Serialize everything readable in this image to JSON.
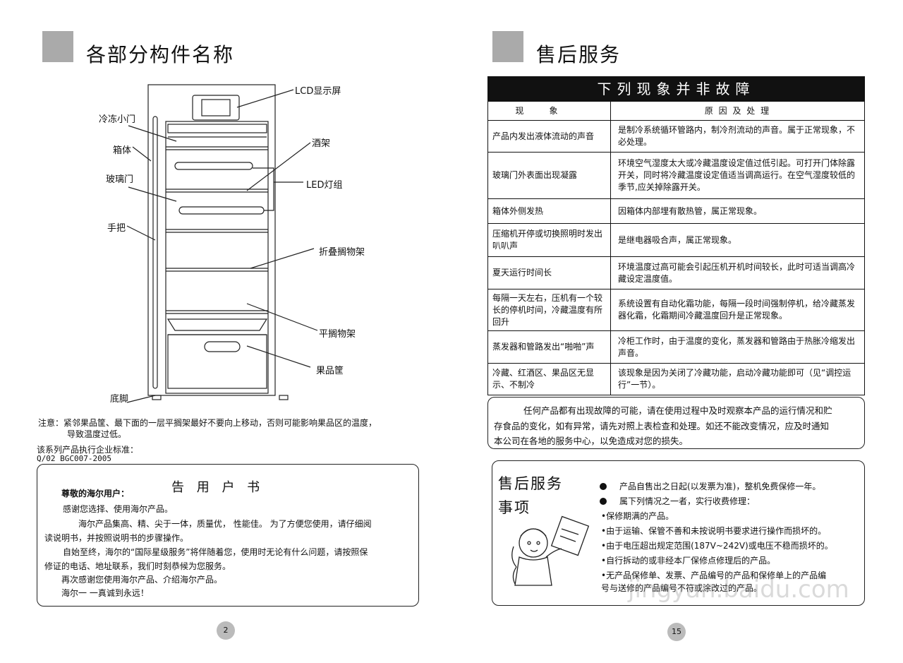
{
  "left_page": {
    "title": "各部分构件名称",
    "labels": {
      "lcd": "LCD显示屏",
      "freezer_door": "冷冻小门",
      "cabinet": "箱体",
      "wine_rack": "酒架",
      "glass_door": "玻璃门",
      "led": "LED灯组",
      "handle": "手把",
      "folding_shelf": "折叠搁物架",
      "flat_shelf": "平搁物架",
      "fruit_basket": "果品筐",
      "foot": "底脚"
    },
    "note_line1": "注意：紧邻果品筐、最下面的一层平搁架最好不要向上移动，否则可能影响果品区的温度，",
    "note_line2": "导致温度过低。",
    "standard_line1": "该系列产品执行企业标准：",
    "standard_line2": "Q/02 BGC007-2005",
    "letter": {
      "title": "告  用  户  书",
      "greeting": "尊敬的海尔用户：",
      "p1": "感谢您选择、使用海尔产品。",
      "p2a": "海尔产品集高、精、尖于一体，质量优，  性能佳。  为了方便您使用，请仔细阅",
      "p2b": "读说明书，并按照说明书的步骤操作。",
      "p3a": "自始至终，海尔的“国际星级服务”将伴随着您，使用时无论有什么问题，请按照保",
      "p3b": "修证的电话、地址联系，我们时刻恭候为您服务。",
      "p4": "再次感谢您使用海尔产品、介绍海尔产品。",
      "p5": "海尔一  一真诚到永远！"
    },
    "page_number": "2"
  },
  "right_page": {
    "title": "售后服务",
    "table": {
      "title": "下列现象并非故障",
      "col1": "现象",
      "col2": "原  因  及  处  理",
      "rows": [
        {
          "symptom": "产品内发出液体流动的声音",
          "reason": "是制冷系统循环管路内，制冷剂流动的声音。属于正常现象，不必处理。"
        },
        {
          "symptom": "玻璃门外表面出现凝露",
          "reason": "环境空气湿度太大或冷藏温度设定值过低引起。可打开门体除露开关，同时将冷藏温度设定值适当调高运行。在空气湿度较低的季节,应关掉除露开关。"
        },
        {
          "symptom": "箱体外侧发热",
          "reason": "因箱体内部埋有散热管，属正常现象。"
        },
        {
          "symptom": "压缩机开停或切换照明时发出叭叭声",
          "reason": "是继电器吸合声，属正常现象。"
        },
        {
          "symptom": "夏天运行时间长",
          "reason": "环境温度过高可能会引起压机开机时间较长，此时可适当调高冷藏设定温度值。"
        },
        {
          "symptom": "每隔一天左右，压机有一个较长的停机时间，冷藏温度有所回升",
          "reason": "系统设置有自动化霜功能，每隔一段时间强制停机，给冷藏蒸发器化霜，化霜期间冷藏温度回升是正常现象。"
        },
        {
          "symptom": "蒸发器和管路发出“啪啪”声",
          "reason": "冷柜工作时，由于温度的变化，蒸发器和管路由于热胀冷缩发出声音。"
        },
        {
          "symptom": "冷藏、红酒区、果品区无显示、不制冷",
          "reason": "该现象是因为关闭了冷藏功能，启动冷藏功能即可（见“调控运行”一节）。"
        }
      ]
    },
    "advice_line1": "任何产品都有出现故障的可能，请在使用过程中及时观察本产品的运行情况和贮",
    "advice_line2": "存食品的变化，如有异常，请先对照上表检查和处理。如还不能改变情况，应及时通知",
    "advice_line3": "本公司在各地的服务中心，以免造成对您的损失。",
    "service": {
      "heading1": "售后服务",
      "heading2": "事项",
      "b1": "产品自售出之日起(以发票为准)，整机免费保修一年。",
      "b2": "属下列情况之一者，实行收费修理：",
      "i1": "•保修期满的产品。",
      "i2": "•由于运输、保管不善和未按说明书要求进行操作而损坏的。",
      "i3": "•由于电压超出规定范围(187V~242V)或电压不稳而损坏的。",
      "i4": "•自行拆动的或非经本厂保修点修理后的产品。",
      "i5a": "•无产品保修单、发票、产品编号的产品和保修单上的产品编",
      "i5b": "号与送修的产品编号不符或涂改过的产品。"
    },
    "watermark": "jingyan.baidu.com",
    "page_number": "15"
  }
}
